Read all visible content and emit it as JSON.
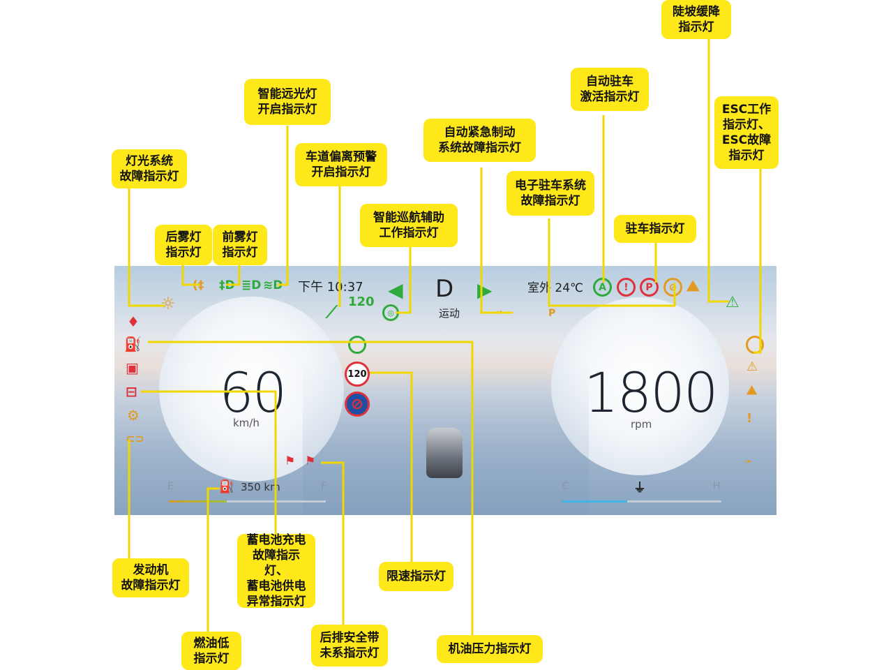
{
  "cluster": {
    "time": "下午 10:37",
    "gear": "D",
    "drive_mode": "运动",
    "outside_temp": "室外 24℃",
    "speed": "60",
    "speed_unit": "km/h",
    "rpm": "1800",
    "rpm_unit": "rpm",
    "speed_limit_primary": "120",
    "speed_limit_secondary": "120",
    "fuel_empty": "E",
    "fuel_full": "F",
    "range": "350 km",
    "temp_cold": "C",
    "temp_hot": "H"
  },
  "callouts": [
    {
      "id": "hill-descent",
      "text": "陡坡缓降\n指示灯"
    },
    {
      "id": "auto-hold",
      "text": "自动驻车\n激活指示灯"
    },
    {
      "id": "esc",
      "text": "ESC工作\n指示灯、\nESC故障\n指示灯"
    },
    {
      "id": "high-beam",
      "text": "智能远光灯\n开启指示灯"
    },
    {
      "id": "aeb-fault",
      "text": "自动紧急制动\n系统故障指示灯"
    },
    {
      "id": "lane-departure",
      "text": "车道偏离预警\n开启指示灯"
    },
    {
      "id": "light-fault",
      "text": "灯光系统\n故障指示灯"
    },
    {
      "id": "epb-fault",
      "text": "电子驻车系统\n故障指示灯"
    },
    {
      "id": "cruise",
      "text": "智能巡航辅助\n工作指示灯"
    },
    {
      "id": "parking",
      "text": "驻车指示灯"
    },
    {
      "id": "rear-fog",
      "text": "后雾灯\n指示灯"
    },
    {
      "id": "front-fog",
      "text": "前雾灯\n指示灯"
    },
    {
      "id": "battery",
      "text": "蓄电池充电\n故障指示灯、\n蓄电池供电\n异常指示灯"
    },
    {
      "id": "speed-limit",
      "text": "限速指示灯"
    },
    {
      "id": "engine",
      "text": "发动机\n故障指示灯"
    },
    {
      "id": "fuel-low",
      "text": "燃油低\n指示灯"
    },
    {
      "id": "rear-belt",
      "text": "后排安全带\n未系指示灯"
    },
    {
      "id": "oil-pressure",
      "text": "机油压力指示灯"
    }
  ],
  "icons": {
    "light_fault": "☼",
    "rear_fog": "(‡",
    "front_fog": "‡D",
    "high_beam": "≣D",
    "auto_beam": "≋D",
    "lane": "⟋",
    "cruise": "◎",
    "aeb": "⌁",
    "epb": "P",
    "auto_hold": "A",
    "brake": "!",
    "park": "P",
    "park_off": "⊘",
    "hill": "⛰",
    "esc": "⚠",
    "airbag": "♦",
    "oil": "⛽",
    "door": "▣",
    "battery": "⊟",
    "gear_fault": "⚙",
    "engine": "⊂⊃",
    "fuel": "⛽",
    "thermo": "⏚",
    "belt": "⚑",
    "arrow_left": "◀",
    "arrow_right": "▶",
    "no_parking": "⊘"
  },
  "colors": {
    "callout": "#ffe81a",
    "green": "#2faa3c",
    "orange": "#e39a22",
    "red": "#e0303a"
  }
}
